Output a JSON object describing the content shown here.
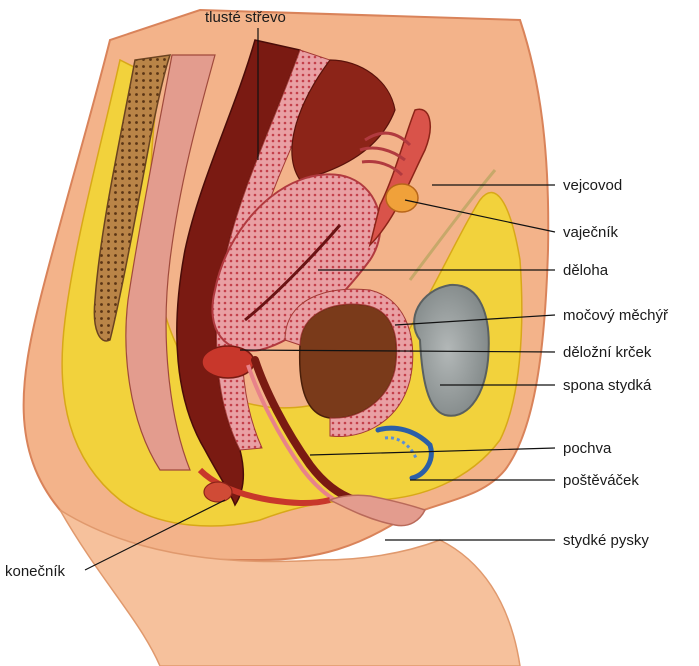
{
  "colors": {
    "skin": "#f3b38a",
    "skin_dark": "#d9835a",
    "fat": "#f2d23c",
    "fat_light": "#f7e67e",
    "muscle": "#c8372b",
    "muscle_dark": "#7a1a12",
    "tissue_pink": "#e8828a",
    "bone": "#a8733b",
    "bladder_fill": "#9aa0a0",
    "clitoris_blue": "#2b5fa8"
  },
  "labels": {
    "colon": "tlusté střevo",
    "fallopian_tube": "vejcovod",
    "ovary": "vaječník",
    "uterus": "děloha",
    "bladder": "močový měchýř",
    "cervix": "děložní krček",
    "pubic_symphysis": "spona stydká",
    "vagina": "pochva",
    "clitoris": "poštěváček",
    "labia": "stydké pysky",
    "rectum": "konečník"
  },
  "icons": {
    "anatomy": "pelvis-sagittal-section-illustration"
  }
}
